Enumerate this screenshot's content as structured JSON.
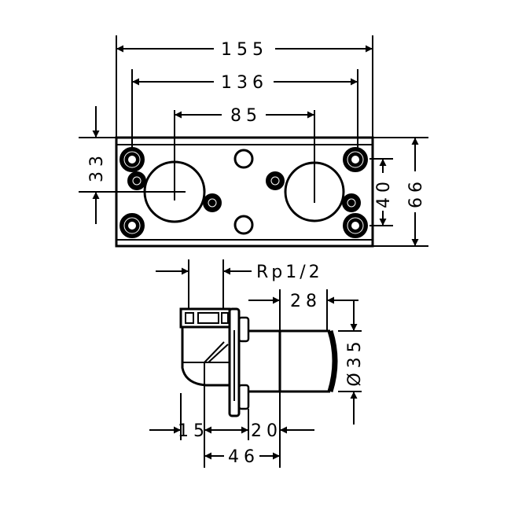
{
  "drawing": {
    "dimensions": {
      "width_overall": "155",
      "bolt_spacing": "136",
      "outlet_spacing": "85",
      "height_to_center": "33",
      "bolt_vertical_spacing": "40",
      "height_overall": "66",
      "thread": "Rp1/2",
      "cylinder_length": "28",
      "cylinder_diameter": "Ø35",
      "elbow_depth": "15",
      "flange_to_joint": "20",
      "joint_depth": "46"
    },
    "color": "#000000"
  }
}
